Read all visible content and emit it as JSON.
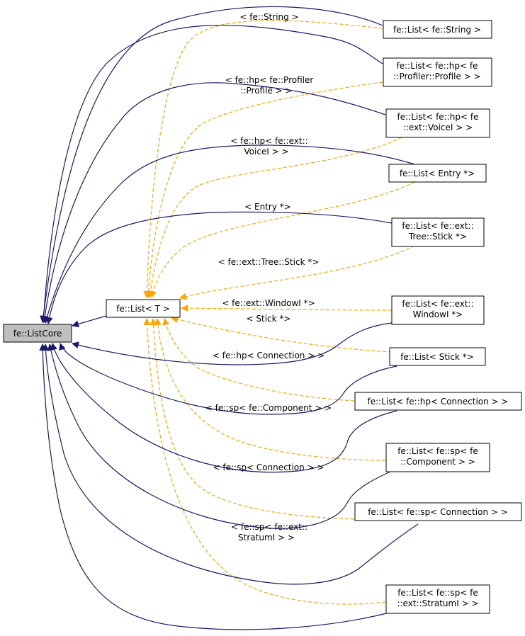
{
  "diagram": {
    "type": "class-inheritance-graph",
    "colors": {
      "inheritance_edge": "#191970",
      "template_edge": "#ffa500",
      "root_fill": "#bfbfbf",
      "node_fill": "#ffffff"
    },
    "nodes": {
      "root": [
        "fe::ListCore"
      ],
      "template": [
        "fe::List< T >"
      ],
      "list_string": [
        "fe::List< fe::String >"
      ],
      "list_profile": [
        "fe::List< fe::hp< fe",
        "::Profiler::Profile > >"
      ],
      "list_voice": [
        "fe::List< fe::hp< fe",
        "::ext::VoiceI > >"
      ],
      "list_entry": [
        "fe::List< Entry *>"
      ],
      "list_tree_stick": [
        "fe::List< fe::ext::",
        "Tree::Stick *>"
      ],
      "list_window": [
        "fe::List< fe::ext::",
        "WindowI *>"
      ],
      "list_stick": [
        "fe::List< Stick *>"
      ],
      "list_hp_conn": [
        "fe::List< fe::hp< Connection > >"
      ],
      "list_sp_component": [
        "fe::List< fe::sp< fe",
        "::Component > >"
      ],
      "list_sp_conn": [
        "fe::List< fe::sp< Connection > >"
      ],
      "list_sp_stratum": [
        "fe::List< fe::sp< fe",
        "::ext::StratumI > >"
      ]
    },
    "edge_labels": {
      "string": [
        "< fe::String >"
      ],
      "profile": [
        "< fe::hp< fe::Profiler",
        "::Profile > >"
      ],
      "voice": [
        "< fe::hp< fe::ext::",
        "VoiceI > >"
      ],
      "entry": [
        "< Entry *>"
      ],
      "tree_stick": [
        "< fe::ext::Tree::Stick *>"
      ],
      "window": [
        "< fe::ext::WindowI *>"
      ],
      "stick": [
        "< Stick *>"
      ],
      "hp_conn": [
        "< fe::hp< Connection > >"
      ],
      "sp_component": [
        "< fe::sp< fe::Component > >"
      ],
      "sp_conn": [
        "< fe::sp< Connection > >"
      ],
      "sp_stratum": [
        "< fe::sp< fe::ext::",
        "StratumI > >"
      ]
    }
  }
}
